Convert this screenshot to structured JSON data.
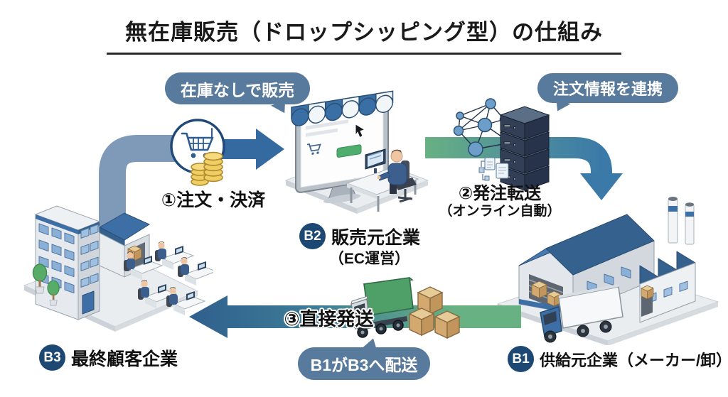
{
  "title": "無在庫販売（ドロップシッピング型）の仕組み",
  "bubbles": {
    "sell_without_stock": "在庫なしで販売",
    "order_info_link": "注文情報を連携",
    "b1_to_b3_delivery": "B1がB3へ配送"
  },
  "steps": {
    "order_payment": "①注文・決済",
    "forward_order": "②発注転送",
    "forward_order_note": "（オンライン自動）",
    "direct_shipping": "③直接発送"
  },
  "entities": {
    "seller": {
      "badge": "B2",
      "name": "販売元企業",
      "note": "（EC運営）"
    },
    "supplier": {
      "badge": "B1",
      "name": "供給元企業（メーカー/卸）"
    },
    "customer": {
      "badge": "B3",
      "name": "最終顧客企業"
    }
  },
  "colors": {
    "bubble": "#587a9c",
    "entity_badge": "#1d4873",
    "arrow_blue": "#356aa0",
    "arrow_light": "#7e9ab8",
    "arrow_green": "#67b183",
    "title_text": "#1a1a1a"
  }
}
